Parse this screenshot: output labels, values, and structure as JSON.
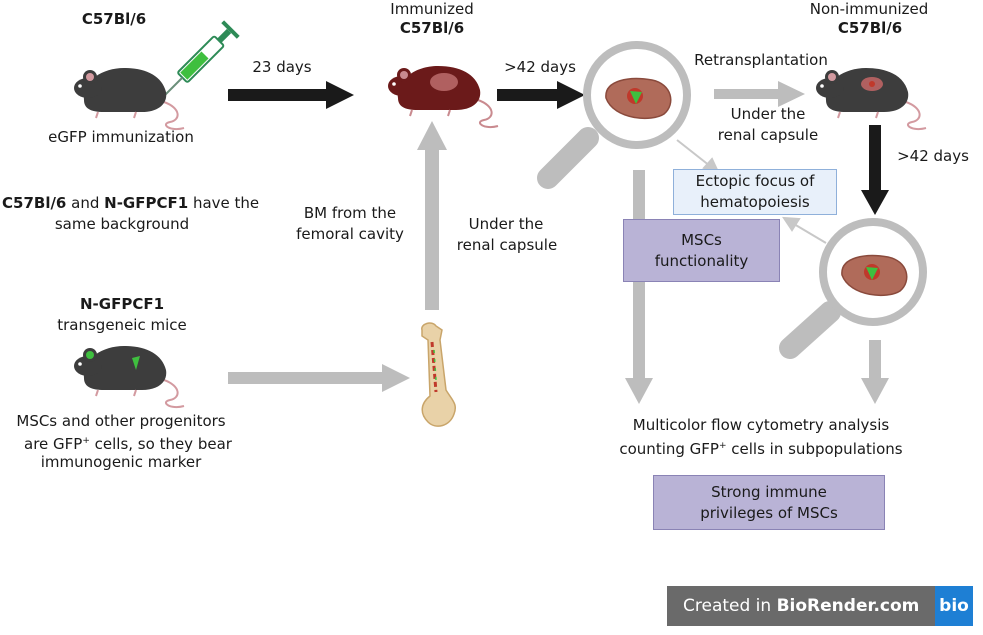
{
  "labels": {
    "c57_top": "C57Bl/6",
    "egfp_immunization": "eGFP immunization",
    "days_23": "23 days",
    "immunized": "Immunized",
    "immunized_strain": "C57Bl/6",
    "days_42_first": ">42 days",
    "retransplantation": "Retransplantation",
    "under_renal_right_1": "Under the",
    "under_renal_right_2": "renal capsule",
    "non_immunized": "Non-immunized",
    "non_immunized_strain": "C57Bl/6",
    "days_42_second": ">42 days",
    "same_bg_strain1": "C57Bl/6",
    "same_bg_and": " and ",
    "same_bg_strain2": "N-GFPCF1",
    "same_bg_rest": " have the",
    "same_bg_line2": "same background",
    "bm_line1": "BM from the",
    "bm_line2": "femoral cavity",
    "under_renal_mid_1": "Under the",
    "under_renal_mid_2": "renal capsule",
    "ngfpcf1_strain": "N-GFPCF1",
    "ngfpcf1_desc": "transgeneic mice",
    "mscs_line1": "MSCs and other progenitors",
    "mscs_line2_pre": "are GFP",
    "mscs_line2_sup": "+",
    "mscs_line2_post": " cells, so they bear",
    "mscs_line3": "immunogenic marker",
    "flow_line1": "Multicolor flow cytometry analysis",
    "flow_line2_pre": "counting GFP",
    "flow_line2_sup": "+",
    "flow_line2_post": " cells in subpopulations"
  },
  "boxes": {
    "ectopic_1": "Ectopic focus of",
    "ectopic_2": "hematopoiesis",
    "mscs_func_1": "MSCs",
    "mscs_func_2": "functionality",
    "strong_1": "Strong immune",
    "strong_2": "privileges of MSCs"
  },
  "branding": {
    "created_in": "Created in ",
    "brand_name": "BioRender.com",
    "logo": "bio"
  },
  "colors": {
    "black_arrow": "#1a1a1a",
    "gray_arrow": "#bdbdbd",
    "mouse_dark": "#3d3d3d",
    "mouse_immunized": "#6b1a1a",
    "purple_box": "#b9b3d6",
    "light_box": "#e8f0fa",
    "brand_bg": "#6a6a6a",
    "logo_bg": "#1e7fd4",
    "gfp_green": "#3fbf3f"
  },
  "icons": [
    "syringe-icon",
    "mouse-icon",
    "magnifier-icon",
    "kidney-icon",
    "femur-bone-icon"
  ]
}
